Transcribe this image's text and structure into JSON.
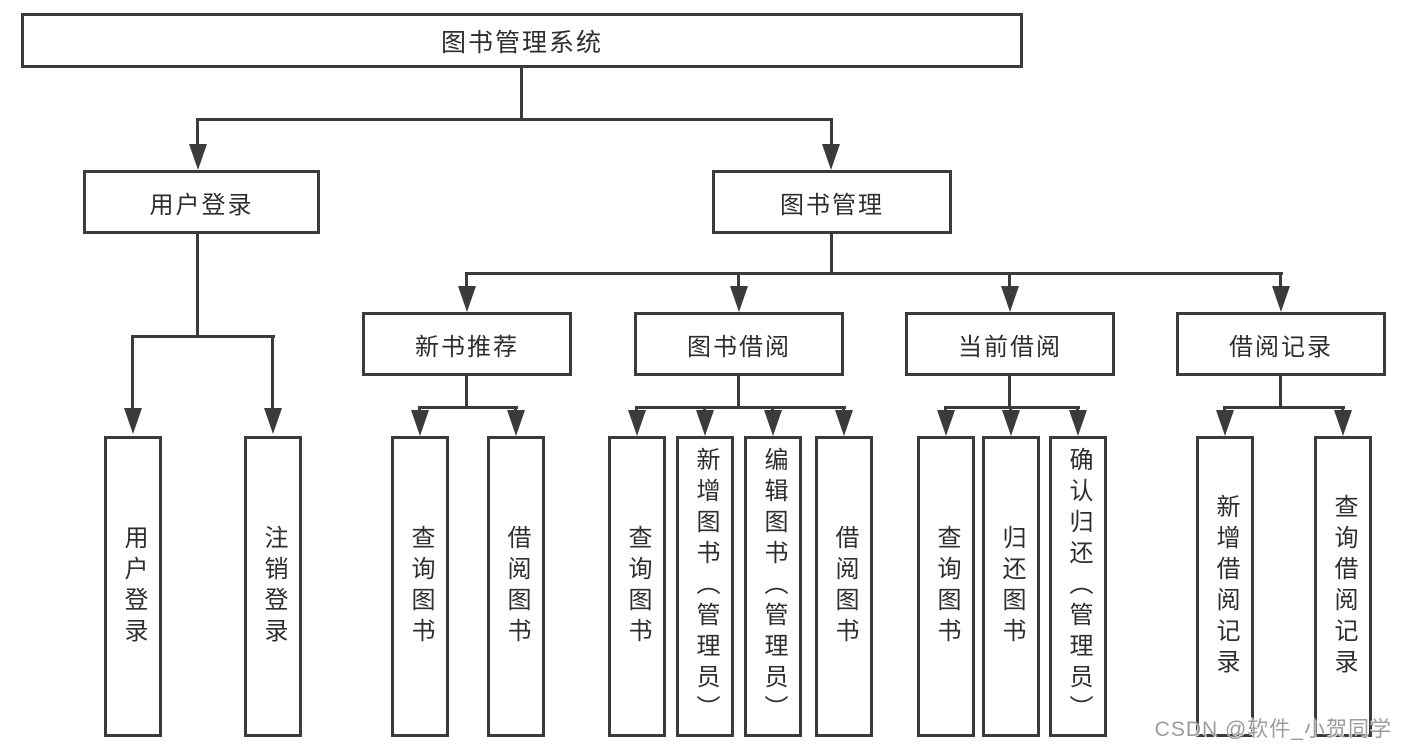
{
  "nodes": {
    "root": "图书管理系统",
    "branches": [
      "用户登录",
      "图书管理"
    ],
    "groups": [
      "新书推荐",
      "图书借阅",
      "当前借阅",
      "借阅记录"
    ],
    "leaves_user_login": [
      "用户登录",
      "注销登录"
    ],
    "leaves_new_books": [
      "查询图书",
      "借阅图书"
    ],
    "leaves_book_borrow": [
      "查询图书",
      "新增图书（管理员）",
      "编辑图书（管理员）",
      "借阅图书"
    ],
    "leaves_current_borrow": [
      "查询图书",
      "归还图书",
      "确认归还（管理员）"
    ],
    "leaves_borrow_records": [
      "新增借阅记录",
      "查询借阅记录"
    ]
  },
  "watermark": {
    "text": "CSDN @软件_小贺同学"
  },
  "colors": {
    "line": "#3b3b3b",
    "border": "#3b3b3b",
    "text": "#2e2e2e",
    "watermark": "#9b9b9b",
    "background": "#ffffff"
  }
}
